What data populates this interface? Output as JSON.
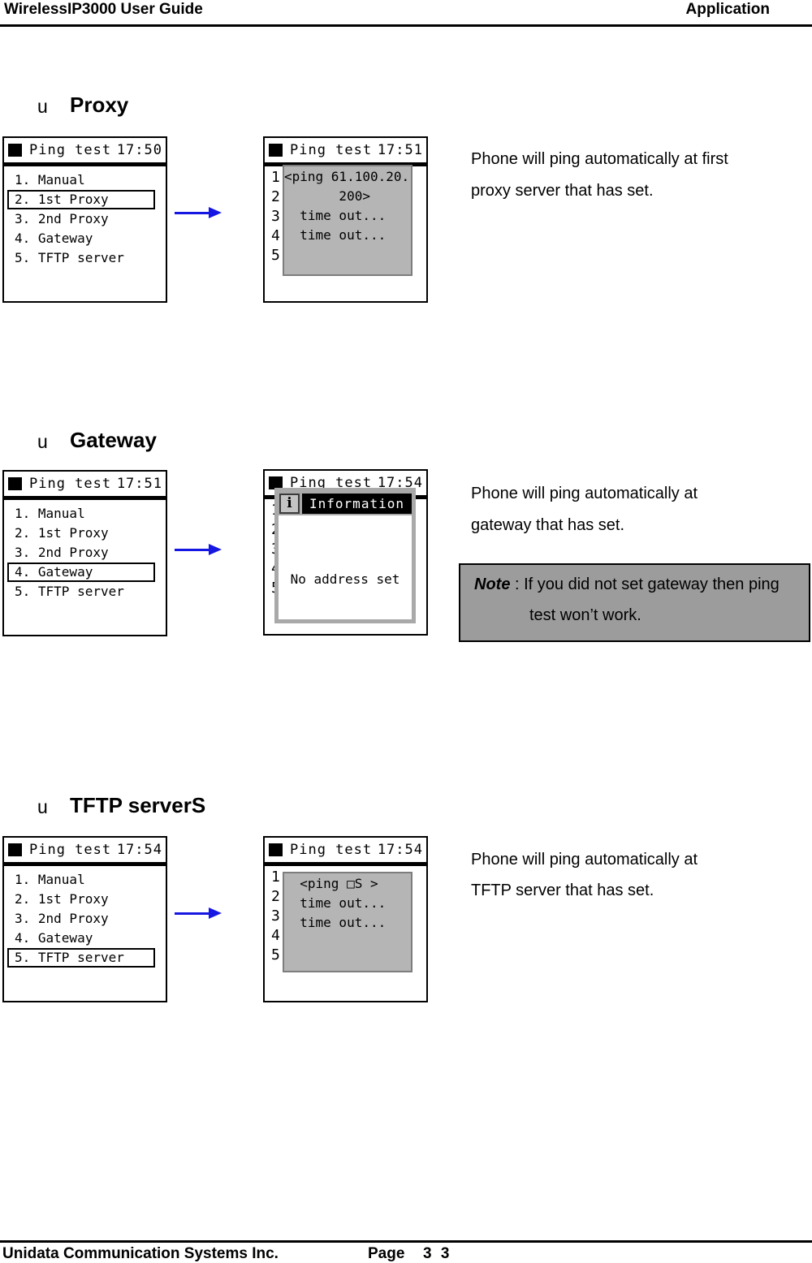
{
  "header": {
    "left": "WirelessIP3000 User Guide",
    "right": "Application"
  },
  "footer": {
    "company": "Unidata Communication Systems Inc.",
    "page_label": "Page",
    "page_number": "3 3"
  },
  "colors": {
    "arrow_blue": "#1717e3",
    "note_gray": "#9c9c9c",
    "popup_gray": "#b5b5b5",
    "dialog_frame_gray": "#a9a9a9"
  },
  "line_numbers": [
    "1",
    "2",
    "3",
    "4",
    "5"
  ],
  "sections": {
    "proxy": {
      "bullet": "u",
      "title": "Proxy",
      "desc1": "Phone will ping automatically at first",
      "desc2": "proxy server that has set.",
      "before": {
        "title": "Ping test",
        "time": "17:50",
        "menu": [
          "1. Manual",
          "2. 1st Proxy",
          "3. 2nd Proxy",
          "4. Gateway",
          "5. TFTP server"
        ],
        "selected": "2. 1st Proxy"
      },
      "after": {
        "title": "Ping test",
        "time": "17:51",
        "lines": [
          "<ping 61.100.20.",
          "       200>",
          "  time out...",
          "  time out..."
        ]
      }
    },
    "gateway": {
      "bullet": "u",
      "title": "Gateway",
      "desc1": "Phone will ping automatically at",
      "desc2": "gateway that has set.",
      "note": {
        "label": "Note",
        "sep": " : ",
        "line1": "If you did not set gateway then ping",
        "line2": "test won’t work."
      },
      "before": {
        "title": "Ping test",
        "time": "17:51",
        "menu": [
          "1. Manual",
          "2. 1st Proxy",
          "3. 2nd Proxy",
          "4. Gateway",
          "5. TFTP server"
        ],
        "selected": "4. Gateway"
      },
      "after": {
        "title": "Ping test",
        "time": "17:54",
        "dialog_icon": "i",
        "dialog_title": "Information",
        "dialog_body": "No address set"
      }
    },
    "tftp": {
      "bullet": "u",
      "title": "TFTP serverS",
      "desc1": "Phone will ping automatically at",
      "desc2": "TFTP server that has set.",
      "before": {
        "title": "Ping test",
        "time": "17:54",
        "menu": [
          "1. Manual",
          "2. 1st Proxy",
          "3. 2nd Proxy",
          "4. Gateway",
          "5. TFTP server"
        ],
        "selected": "5. TFTP server"
      },
      "after": {
        "title": "Ping test",
        "time": "17:54",
        "lines": [
          "  <ping □S >",
          "  time out...",
          "  time out..."
        ]
      }
    }
  }
}
